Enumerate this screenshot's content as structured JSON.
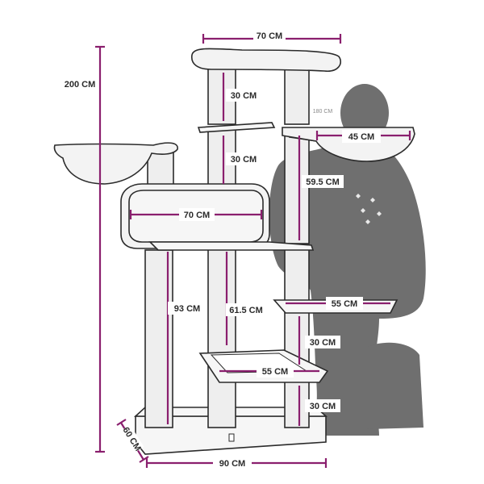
{
  "colors": {
    "dimension_line": "#8a1f6e",
    "outline": "#2b2b2b",
    "fill": "#f3f3f3",
    "silhouette": "#6f6f6f"
  },
  "dimensions": {
    "total_height": "200 CM",
    "top_width": "70 CM",
    "top_post_upper": "30 CM",
    "top_post_lower": "30 CM",
    "person_height": "180 CM",
    "basket_width": "45 CM",
    "right_post": "59.5 CM",
    "cave_width": "70 CM",
    "left_post": "93 CM",
    "middle_post": "61.5 CM",
    "right_platform_width": "55 CM",
    "lower_right_post": "30 CM",
    "lower_platform_width": "55 CM",
    "bottom_post": "30 CM",
    "base_depth": "60 CM",
    "base_width": "90 CM"
  }
}
